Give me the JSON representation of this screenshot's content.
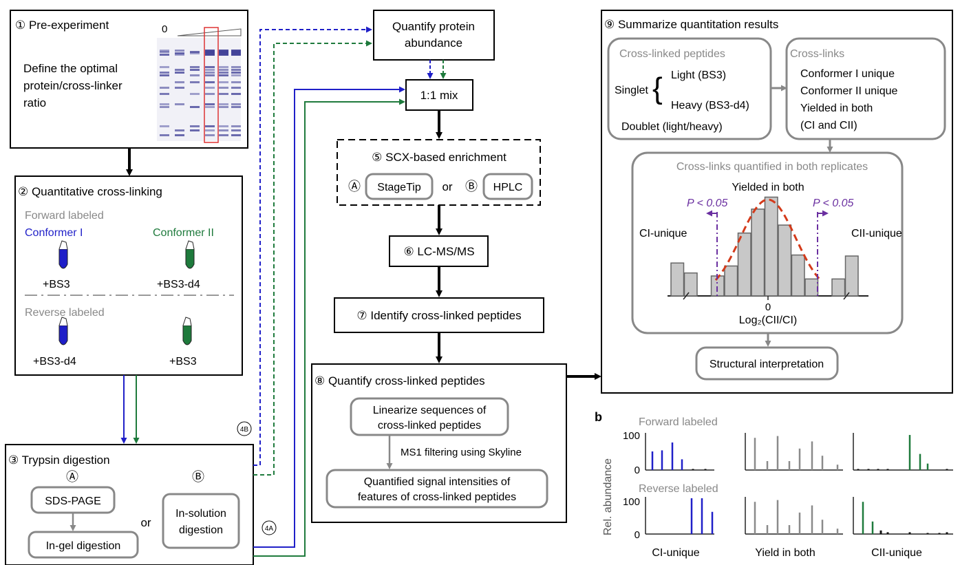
{
  "step1": {
    "title": "① Pre-experiment",
    "zero": "0",
    "desc": [
      "Define the optimal",
      "protein/cross-linker",
      "ratio"
    ]
  },
  "step2": {
    "title": "② Quantitative cross-linking",
    "forward": "Forward labeled",
    "conf1": "Conformer I",
    "conf2": "Conformer II",
    "fwd_left": "+BS3",
    "fwd_right": "+BS3-d4",
    "reverse": "Reverse labeled",
    "rev_left": "+BS3-d4",
    "rev_right": "+BS3"
  },
  "step3": {
    "title": "③ Trypsin digestion",
    "a": "Ⓐ",
    "b": "Ⓑ",
    "sds": "SDS-PAGE",
    "or": "or",
    "ingel": "In-gel digestion",
    "insol": [
      "In-solution",
      "digestion"
    ]
  },
  "tag4a": "4A",
  "tag4b": "4B",
  "quantify": [
    "Quantify protein",
    "abundance"
  ],
  "mix": "1:1 mix",
  "step5": {
    "title": "⑤ SCX-based enrichment",
    "a": "Ⓐ",
    "stagetip": "StageTip",
    "or": "or",
    "b": "Ⓑ",
    "hplc": "HPLC"
  },
  "step6": "⑥ LC-MS/MS",
  "step7": "⑦ Identify cross-linked peptides",
  "step8": {
    "title": "⑧ Quantify cross-linked peptides",
    "linearize": [
      "Linearize sequences of",
      "cross-linked peptides"
    ],
    "ms1": "MS1 filtering using Skyline",
    "quantified": [
      "Quantified signal intensities of",
      "features of cross-linked peptides"
    ]
  },
  "step9": {
    "title": "⑨ Summarize quantitation results",
    "xlp_title": "Cross-linked peptides",
    "singlet": "Singlet",
    "brace": "{",
    "light": "Light (BS3)",
    "heavy": "Heavy (BS3-d4)",
    "doublet": "Doublet (light/heavy)",
    "xl_title": "Cross-links",
    "xl_items": [
      "Conformer I unique",
      "Conformer II unique",
      "Yielded in both",
      "(CI and CII)"
    ],
    "both_title": "Cross-links quantified in both replicates",
    "yielded": "Yielded in both",
    "p_left": "P < 0.05",
    "p_right": "P < 0.05",
    "ci_unique": "CI-unique",
    "cii_unique": "CII-unique",
    "zero": "0",
    "xlabel": "Log₂(CII/CI)",
    "structural": "Structural interpretation"
  },
  "panel_b": {
    "label": "b",
    "forward": "Forward labeled",
    "reverse": "Reverse labeled",
    "ylabel": "Rel.  abundance",
    "tick100": "100",
    "tick0": "0",
    "cols": [
      "CI-unique",
      "Yield in both",
      "CII-unique"
    ]
  },
  "chart_data": [
    {
      "type": "bar",
      "title": "",
      "xlabel": "Log₂(CII/CI)",
      "ylabel": "",
      "values": [
        0.33,
        0.23,
        0,
        0.2,
        0.3,
        0.63,
        0.87,
        0.99,
        0.71,
        0.41,
        0.17,
        0,
        0.17,
        0.4
      ],
      "fit": "normal"
    },
    {
      "type": "bar",
      "name": "Forward CI-unique",
      "values": [
        52,
        55,
        77,
        30,
        3,
        3
      ]
    },
    {
      "type": "bar",
      "name": "Forward Yield in both",
      "values": [
        90,
        25,
        95,
        25,
        60,
        80,
        40,
        15
      ]
    },
    {
      "type": "bar",
      "name": "Forward CII-unique",
      "values": [
        3,
        3,
        3,
        3,
        98,
        45,
        18,
        3
      ]
    },
    {
      "type": "bar",
      "name": "Reverse CI-unique",
      "values": [
        100,
        100,
        62
      ]
    },
    {
      "type": "bar",
      "name": "Reverse Yield in both",
      "values": [
        90,
        25,
        95,
        25,
        60,
        80,
        40,
        15
      ]
    },
    {
      "type": "bar",
      "name": "Reverse CII-unique",
      "values": [
        90,
        35,
        10,
        5,
        5,
        3,
        3,
        5
      ]
    }
  ],
  "colors": {
    "blue": "#1f1fc8",
    "green": "#1e7a3c",
    "grey": "#8a8a8a",
    "red": "#d43a1a",
    "purple": "#6a2fa0",
    "bar": "#c8c8c8"
  }
}
